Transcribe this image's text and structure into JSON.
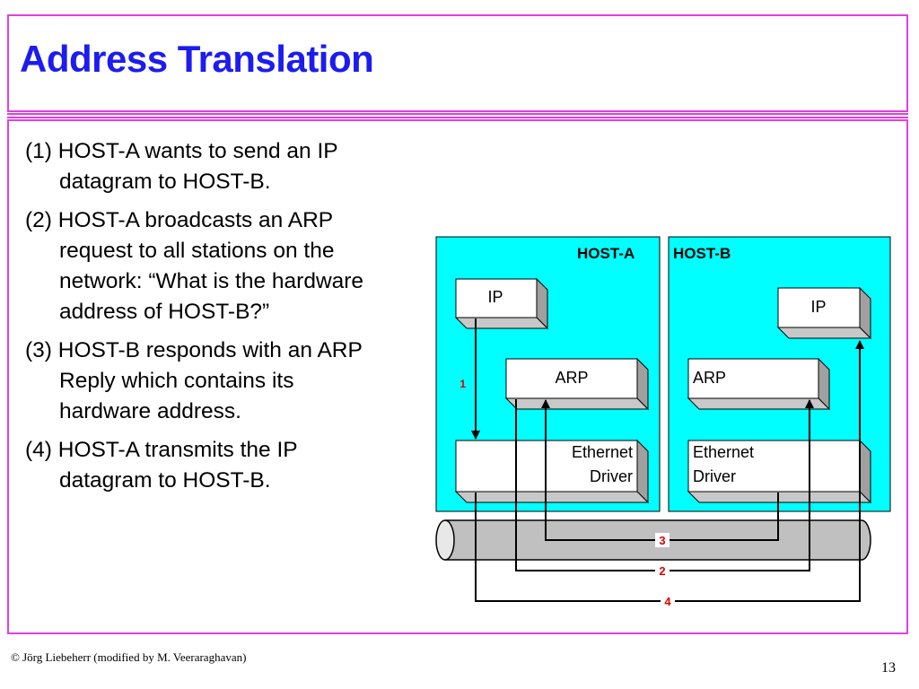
{
  "slide": {
    "title": "Address Translation",
    "footer": "© Jörg Liebeherr (modified by M. Veeraraghavan)",
    "page_number": "13"
  },
  "bullets": [
    {
      "lines": [
        "(1) HOST-A wants to send an IP",
        "datagram to  HOST-B."
      ]
    },
    {
      "lines": [
        "(2) HOST-A broadcasts an ARP",
        "request to all stations on the",
        "network: “What is the hardware",
        "address of HOST-B?”"
      ]
    },
    {
      "lines": [
        "(3) HOST-B responds with an ARP",
        "Reply which contains its",
        "hardware address."
      ]
    },
    {
      "lines": [
        "(4) HOST-A transmits the IP",
        "datagram to HOST-B."
      ]
    }
  ],
  "diagram": {
    "host_a": {
      "label": "HOST-A",
      "ip_label": "IP",
      "arp_label": "ARP",
      "eth_line1": "Ethernet",
      "eth_line2": "Driver"
    },
    "host_b": {
      "label": "HOST-B",
      "ip_label": "IP",
      "arp_label": "ARP",
      "eth_line1": "Ethernet",
      "eth_line2": "Driver"
    },
    "step_labels": {
      "s1": "1",
      "s2": "2",
      "s3": "3",
      "s4": "4"
    },
    "colors": {
      "host_fill": "#00ffff",
      "step_label": "#e00000",
      "frame": "#e040e0",
      "title": "#1c1cf0",
      "cable": "#c0c0c0"
    }
  }
}
